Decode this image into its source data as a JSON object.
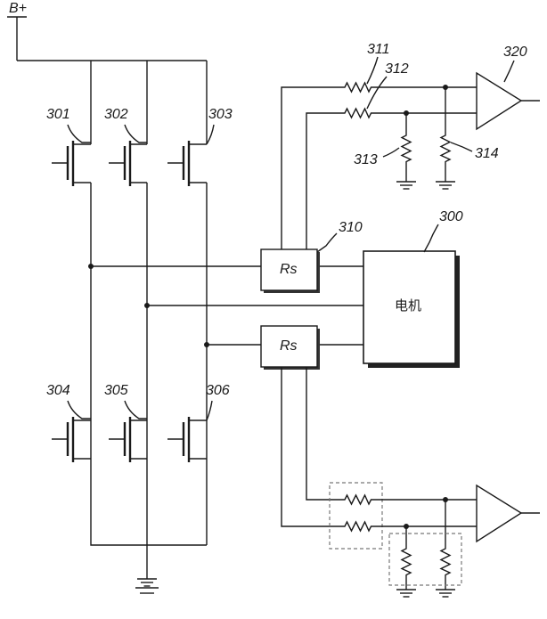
{
  "supply": {
    "label": "B+"
  },
  "transistors": [
    {
      "id": "t301",
      "label": "301"
    },
    {
      "id": "t302",
      "label": "302"
    },
    {
      "id": "t303",
      "label": "303"
    },
    {
      "id": "t304",
      "label": "304"
    },
    {
      "id": "t305",
      "label": "305"
    },
    {
      "id": "t306",
      "label": "306"
    }
  ],
  "shunts": {
    "top": {
      "label": "Rs",
      "ref": "310"
    },
    "bottom": {
      "label": "Rs"
    }
  },
  "motor": {
    "ref": "300",
    "label": "电机"
  },
  "resistors": {
    "r311": "311",
    "r312": "312",
    "r313": "313",
    "r314": "314"
  },
  "amplifier": {
    "ref": "320"
  }
}
